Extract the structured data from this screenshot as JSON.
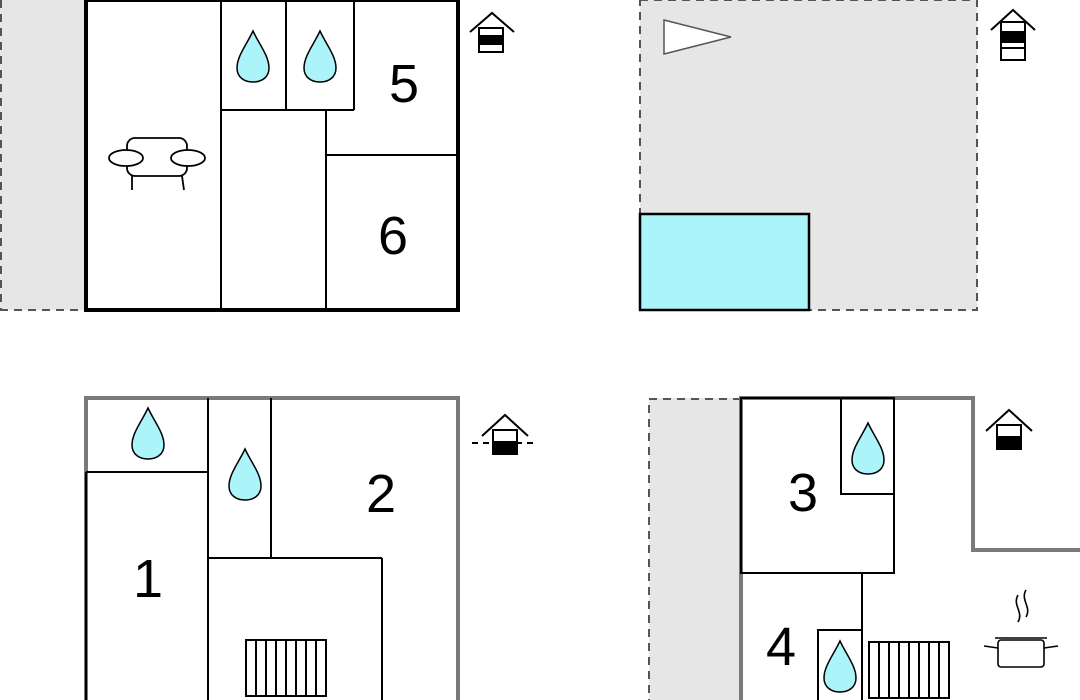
{
  "plan": {
    "colors": {
      "wall": "#000000",
      "grey_wall": "#7a7a7a",
      "terrace": "#e6e6e6",
      "pool": "#aaf4fa",
      "water_drop": "#aaf4fa",
      "background": "#ffffff"
    },
    "top_left": {
      "room_numbers": [
        "5",
        "6"
      ],
      "icons": [
        "sofa-icon",
        "water-drop-icon",
        "water-drop-icon",
        "floor-level-icon"
      ]
    },
    "top_right": {
      "icons": [
        "direction-pointer-icon",
        "floor-level-icon"
      ],
      "areas": [
        "terrace",
        "pool"
      ]
    },
    "bottom_left": {
      "room_numbers": [
        "2",
        "1"
      ],
      "icons": [
        "water-drop-icon",
        "water-drop-icon",
        "stairs-icon",
        "floor-level-icon"
      ]
    },
    "bottom_right": {
      "room_numbers": [
        "3",
        "4"
      ],
      "icons": [
        "water-drop-icon",
        "water-drop-icon",
        "stairs-icon",
        "cooking-pot-icon",
        "floor-level-icon"
      ]
    }
  }
}
